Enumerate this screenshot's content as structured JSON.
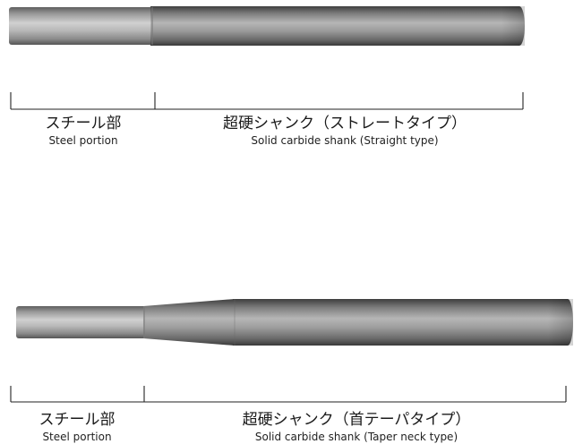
{
  "straight": {
    "steel_label_jp": "スチール部",
    "steel_label_en": "Steel portion",
    "carbide_label_jp": "超硬シャンク（ストレートタイプ）",
    "carbide_label_en": "Solid carbide shank (Straight type)"
  },
  "taper": {
    "steel_label_jp": "スチール部",
    "steel_label_en": "Steel portion",
    "carbide_label_jp": "超硬シャンク（首テーパタイプ）",
    "carbide_label_en": "Solid carbide shank (Taper neck type)"
  },
  "colors": {
    "steel_light": "#c4c4c4",
    "steel_dark": "#6a6a6a",
    "carbide_light": "#b2b2b2",
    "carbide_dark": "#4a4a4a",
    "bracket_line": "#222222"
  }
}
